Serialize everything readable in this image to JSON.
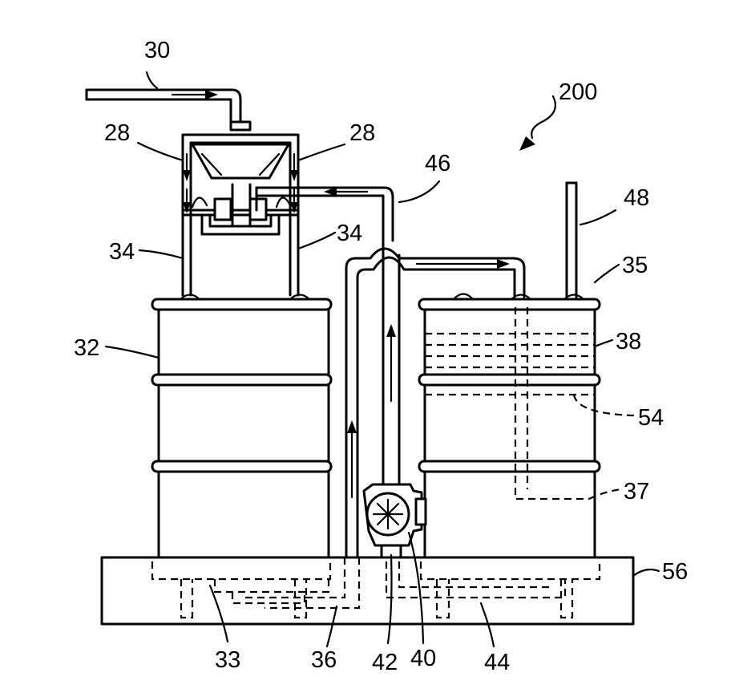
{
  "figure": {
    "labels": {
      "system": "200",
      "inlet_pipe": "30",
      "nozzle_left": "28",
      "nozzle_right": "28",
      "return_line": "46",
      "vent_pipe": "48",
      "lid": "35",
      "supply_line_left": "34",
      "supply_line_right": "34",
      "left_drum": "32",
      "right_drum": "38",
      "liquid_level": "54",
      "dip_tube": "37",
      "base": "56",
      "left_sump": "33",
      "transfer_line": "36",
      "pump_inlet": "42",
      "pump": "40",
      "right_sump": "44"
    }
  }
}
